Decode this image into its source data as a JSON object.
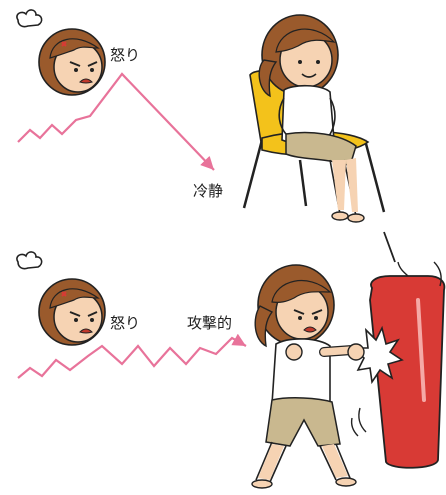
{
  "top": {
    "anger_label": "怒り",
    "calm_label": "冷静"
  },
  "bottom": {
    "anger_label": "怒り",
    "aggressive_label": "攻撃的"
  },
  "colors": {
    "line": "#e8739a",
    "skin": "#f6d3b3",
    "hair": "#9a5a2c",
    "chair": "#f3c21b",
    "bag": "#d83a35"
  }
}
